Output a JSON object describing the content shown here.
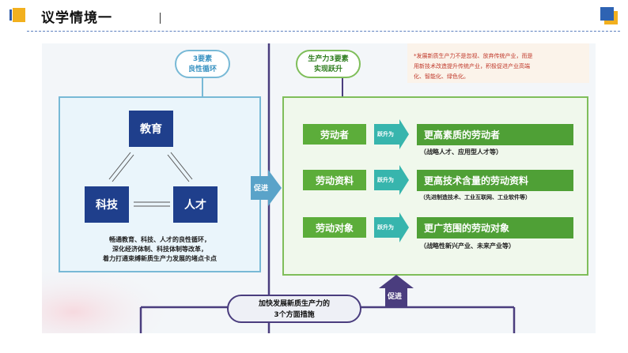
{
  "header": {
    "title": "议学情境一",
    "accent_colors": {
      "yellow": "#f2b01e",
      "blue": "#2e5aa8"
    }
  },
  "diagram": {
    "left_section": {
      "badge_line1": "3要素",
      "badge_line2": "良性循环",
      "nodes": {
        "top": "教育",
        "left": "科技",
        "right": "人才"
      },
      "description_line1": "畅通教育、科技、人才的良性循环，",
      "description_line2": "深化经济体制、科技体制等改革，",
      "description_line3": "着力打通束缚新质生产力发展的堵点卡点"
    },
    "connector_label": "促进",
    "right_section": {
      "badge_line1": "生产力3要素",
      "badge_line2": "实现跃升",
      "note_line1": "*发展新质生产力不是忽视、放弃传统产业，而是",
      "note_line2": "用新技术改造提升传统产业，积极促进产业高端",
      "note_line3": "化、智能化、绿色化。",
      "rows": [
        {
          "from": "劳动者",
          "arrow": "跃升为",
          "to": "更高素质的劳动者",
          "detail": "（战略人才、应用型人才等）"
        },
        {
          "from": "劳动资料",
          "arrow": "跃升为",
          "to": "更高技术含量的劳动资料",
          "detail": "（先进制造技术、工业互联网、工业软件等）"
        },
        {
          "from": "劳动对象",
          "arrow": "跃升为",
          "to": "更广范围的劳动对象",
          "detail": "（战略性新兴产业、未来产业等）"
        }
      ]
    },
    "up_arrow_label": "促进",
    "bottom_pill_line1": "加快发展新质生产力的",
    "bottom_pill_line2": "3个方面措施",
    "colors": {
      "navy": "#1f3f8c",
      "green": "#5cad3a",
      "teal": "#37b5ad",
      "purple": "#4a3d7e",
      "light_blue": "#78b9d6"
    }
  }
}
